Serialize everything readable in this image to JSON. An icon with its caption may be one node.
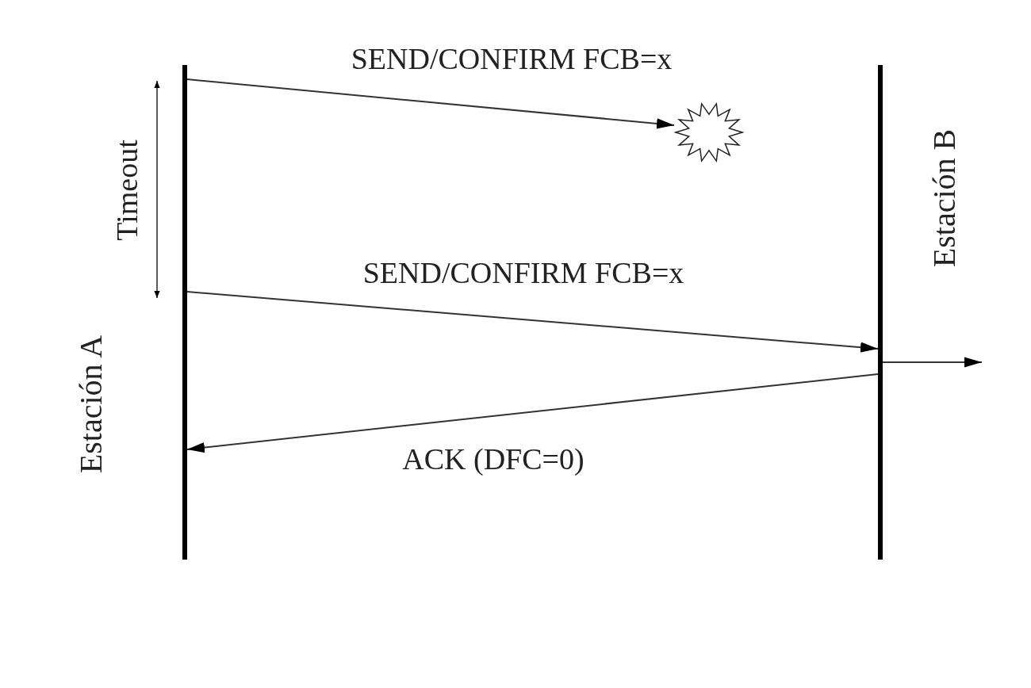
{
  "diagram": {
    "nodes": [
      {
        "text": [
          "Estación A"
        ]
      },
      {
        "text": [
          "Estación B"
        ]
      },
      {
        "text": [],
        "shape": "burst"
      }
    ],
    "edges": [
      {
        "from": 0,
        "to": 2,
        "arrow": "to",
        "label": "SEND/CONFIRM FCB=x"
      },
      {
        "from": 0,
        "to": 1,
        "arrow": "to",
        "label": "SEND/CONFIRM FCB=x"
      },
      {
        "from": 1,
        "to": 0,
        "arrow": "to",
        "label": "ACK (DFC=0)"
      },
      {
        "from": 1,
        "to": null,
        "arrow": "to"
      }
    ],
    "labels": [
      "Timeout"
    ]
  }
}
